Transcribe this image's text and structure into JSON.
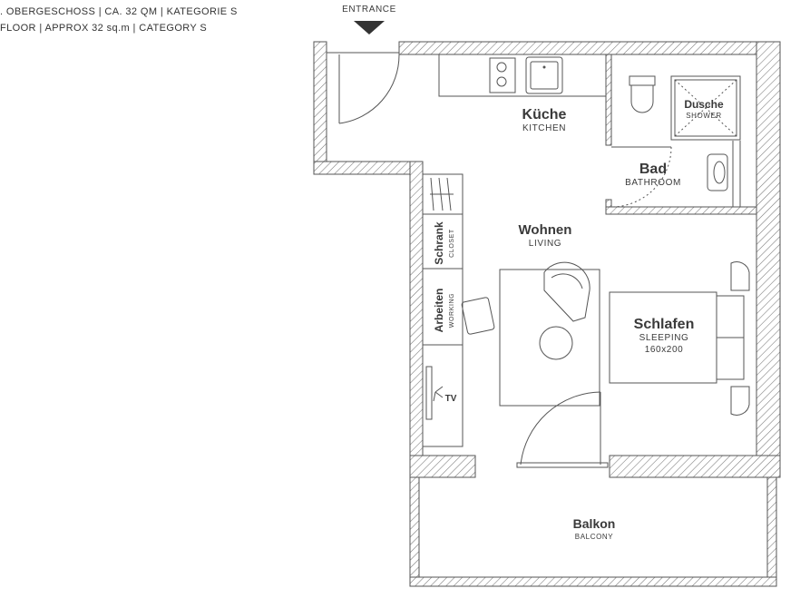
{
  "header": {
    "line1": ". OBERGESCHOSS | CA. 32 QM | KATEGORIE S",
    "line2": " FLOOR | APPROX 32 sq.m | CATEGORY S"
  },
  "entrance": {
    "label": "ENTRANCE",
    "arrow_icon": "down-triangle"
  },
  "rooms": {
    "kitchen": {
      "name": "Küche",
      "sub": "KITCHEN"
    },
    "shower": {
      "name": "Dusche",
      "sub": "SHOWER"
    },
    "bathroom": {
      "name": "Bad",
      "sub": "BATHROOM"
    },
    "living": {
      "name": "Wohnen",
      "sub": "LIVING"
    },
    "closet": {
      "name": "Schrank",
      "sub": "CLOSET"
    },
    "working": {
      "name": "Arbeiten",
      "sub": "WORKING"
    },
    "tv": {
      "name": "TV"
    },
    "sleeping": {
      "name": "Schlafen",
      "sub": "SLEEPING",
      "size": "160x200"
    },
    "balcony": {
      "name": "Balkon",
      "sub": "BALCONY"
    }
  }
}
